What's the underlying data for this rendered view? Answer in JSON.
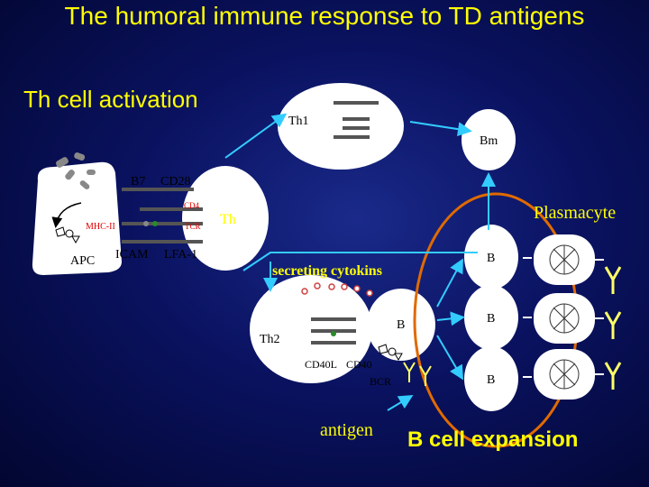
{
  "title": "The humoral immune response to TD antigens",
  "subtitle": "Th cell activation",
  "footer": "B cell expansion",
  "labels": {
    "th1": "Th1",
    "bm": "Bm",
    "b7": "B7",
    "cd28": "CD28",
    "cd4": "CD4",
    "mhc2": "MHC-II",
    "tcr": "TCR",
    "th": "Th",
    "apc": "APC",
    "icam": "ICAM",
    "lfa1": "LFA-1",
    "plasmacyte": "Plasmacyte",
    "secreting": "secreting cytokins",
    "th2": "Th2",
    "cd40l": "CD40L",
    "cd40": "CD40",
    "bcr": "BCR",
    "antigen": "antigen",
    "b_center": "B",
    "b_right_1": "B",
    "b_right_2": "B",
    "b_right_3": "B"
  },
  "colors": {
    "background": "#0a1260",
    "title": "#ffff00",
    "label": "#000000",
    "highlight_oval": "#e06a00",
    "arrow": "#33ccff",
    "cell": "#ffffff",
    "antibody": "#ffff66"
  }
}
